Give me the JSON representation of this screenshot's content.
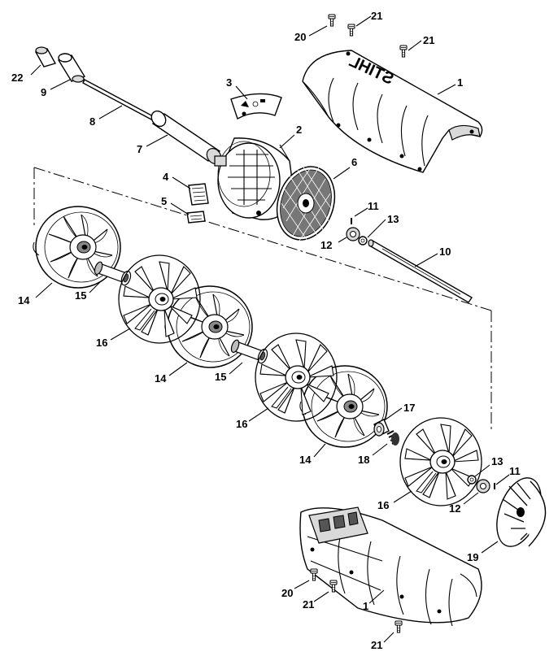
{
  "logo_text": "STIHL",
  "callouts": [
    "22",
    "9",
    "8",
    "7",
    "3",
    "2",
    "6",
    "4",
    "5",
    "20",
    "21",
    "21",
    "1",
    "11",
    "13",
    "12",
    "10",
    "14",
    "15",
    "16",
    "14",
    "15",
    "16",
    "17",
    "18",
    "14",
    "16",
    "13",
    "11",
    "12",
    "19",
    "20",
    "21",
    "1",
    "21"
  ]
}
